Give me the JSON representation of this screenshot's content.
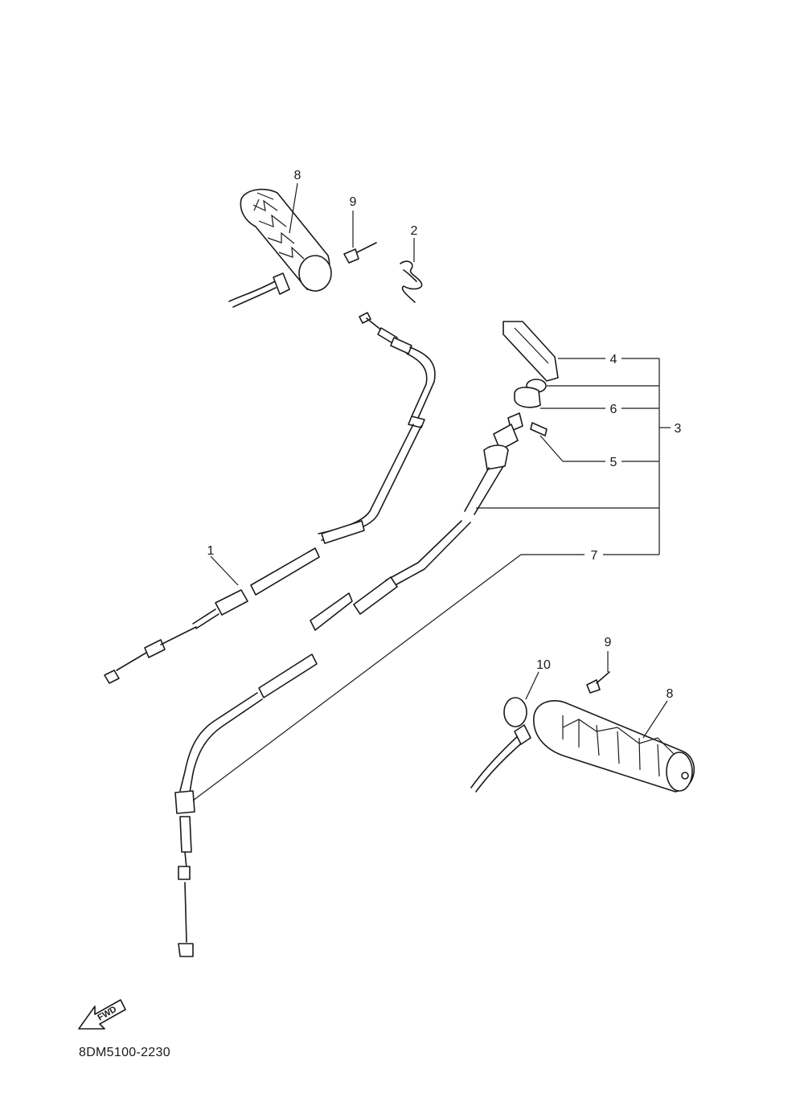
{
  "diagram": {
    "drawing_code": "8DM5100-2230",
    "fwd_label": "FWD",
    "callouts": {
      "c1": "1",
      "c2": "2",
      "c3": "3",
      "c4": "4",
      "c5": "5",
      "c6": "6",
      "c7": "7",
      "c8_top": "8",
      "c8_bottom": "8",
      "c9_top": "9",
      "c9_bottom": "9",
      "c10": "10"
    }
  }
}
